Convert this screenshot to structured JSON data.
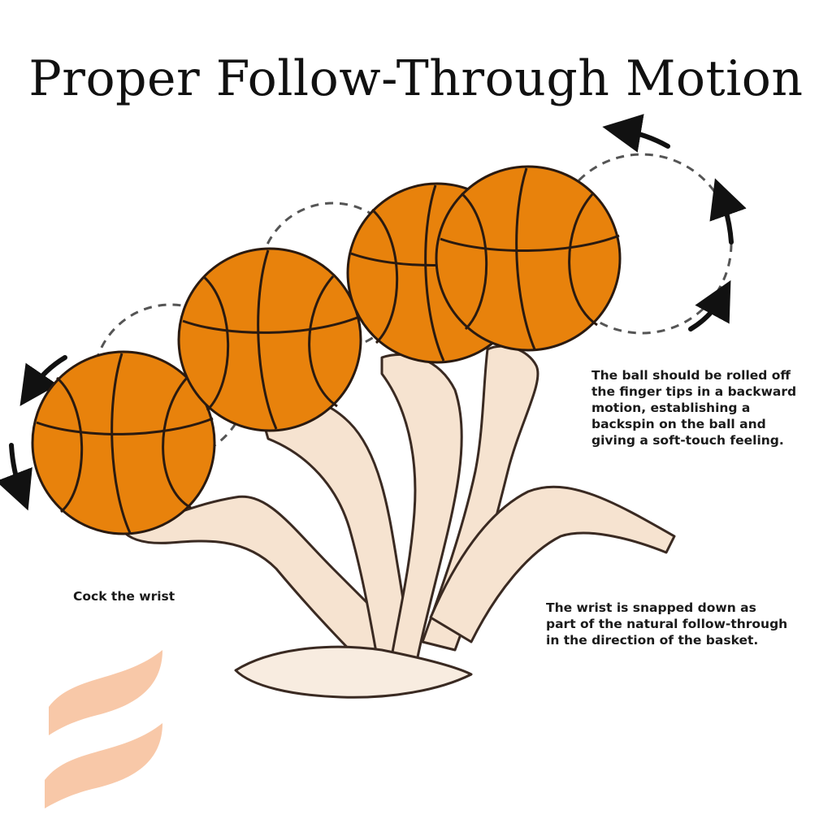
{
  "title": "Proper Follow-Through Motion",
  "annotations": {
    "backspin": "The ball should be rolled off\nthe finger tips in a backward\nmotion, establishing  a\nbackspin on the ball and\ngiving a soft-touch feeling.",
    "cock_wrist": "Cock the wrist",
    "wrist_snap": "The wrist is snapped down as\npart of the natural follow-through\nin the direction of the basket."
  },
  "colors": {
    "ball": "#e8820c",
    "ball_outline": "#2a1a10",
    "arm_skin": "#f6e3d0",
    "arm_outline": "#3a2a22",
    "logo": "#f8c8a8",
    "arrow": "#111111"
  },
  "icons": [
    "basketball-icon",
    "arrow-icon",
    "logo-mark"
  ]
}
